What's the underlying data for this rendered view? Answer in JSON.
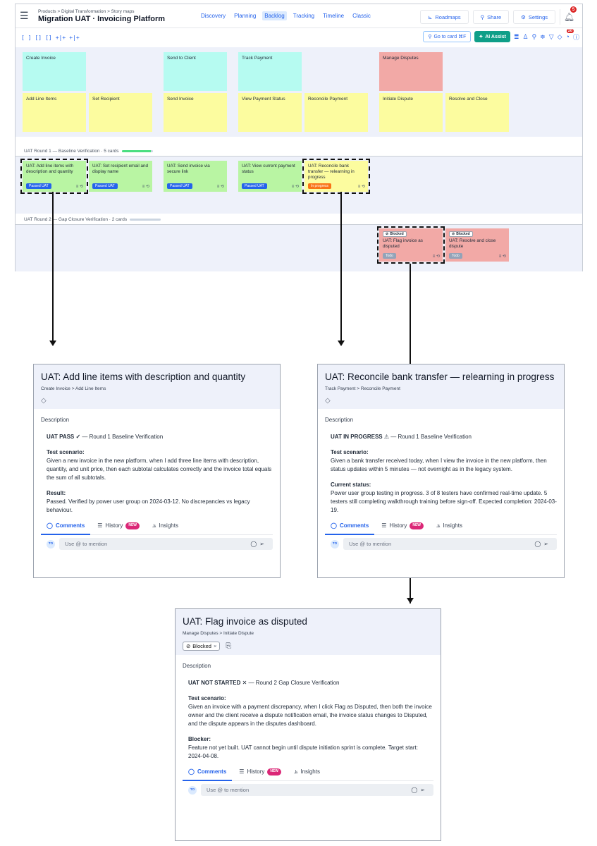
{
  "app": {
    "breadcrumb": "Products > Digital Transformation > Story maps",
    "title": "Migration UAT · Invoicing Platform",
    "tabs": [
      "Discovery",
      "Planning",
      "Backlog",
      "Tracking",
      "Timeline",
      "Classic"
    ],
    "active_tab": "Backlog",
    "roadmaps": "Roadmaps",
    "share": "Share",
    "settings": "Settings",
    "notifications": "5"
  },
  "toolbar": {
    "goto": "Go to card ⌘F",
    "ai_assist": "AI Assist",
    "filter_count": "20"
  },
  "board": {
    "activities": [
      "Create Invoice",
      "Send to Client",
      "Track Payment",
      "Manage Disputes"
    ],
    "steps": [
      "Add Line Items",
      "Set Recipient",
      "Send Invoice",
      "View Payment Status",
      "Reconcile Payment",
      "Initiate Dispute",
      "Resolve and Close"
    ],
    "lane1": {
      "label": "UAT Round 1 — Baseline Verification · 5 cards",
      "progress": 0.95,
      "cards": [
        {
          "title": "UAT: Add line items with description and quantity",
          "status": "Passed UAT"
        },
        {
          "title": "UAT: Set recipient email and display name",
          "status": "Passed UAT"
        },
        {
          "title": "UAT: Send invoice via secure link",
          "status": "Passed UAT"
        },
        {
          "title": "UAT: View current payment status",
          "status": "Passed UAT"
        },
        {
          "title": "UAT: Reconcile bank transfer — relearning in progress",
          "status": "In progress"
        }
      ]
    },
    "lane2": {
      "label": "UAT Round 2 — Gap Closure Verification · 2 cards",
      "progress": 0.0,
      "cards": [
        {
          "title": "UAT: Flag invoice as disputed",
          "status": "Todo",
          "chip": "Blocked"
        },
        {
          "title": "UAT: Resolve and close dispute",
          "status": "Todo",
          "chip": "Blocked"
        }
      ]
    }
  },
  "panel1": {
    "title": "UAT: Add line items with description and quantity",
    "path": "Create Invoice > Add Line Items",
    "description_label": "Description",
    "status_bold": "UAT PASS ✓",
    "status_rest": " — Round 1 Baseline Verification",
    "scenario_h": "Test scenario:",
    "scenario": "Given a new invoice in the new platform, when I add three line items with description, quantity, and unit price, then each subtotal calculates correctly and the invoice total equals the sum of all subtotals.",
    "result_h": "Result:",
    "result": "Passed. Verified by power user group on 2024-03-12. No discrepancies vs legacy behaviour."
  },
  "panel2": {
    "title": "UAT: Reconcile bank transfer — relearning in progress",
    "path": "Track Payment > Reconcile Payment",
    "description_label": "Description",
    "status_bold": "UAT IN PROGRESS",
    "status_rest": " ⚠ — Round 1 Baseline Verification",
    "scenario_h": "Test scenario:",
    "scenario": "Given a bank transfer received today, when I view the invoice in the new platform, then status updates within 5 minutes — not overnight as in the legacy system.",
    "result_h": "Current status:",
    "result": "Power user group testing in progress. 3 of 8 testers have confirmed real-time update. 5 testers still completing walkthrough training before sign-off. Expected completion: 2024-03-19."
  },
  "panel3": {
    "title": "UAT: Flag invoice as disputed",
    "path": "Manage Disputes > Initiate Dispute",
    "blocked_tag": "Blocked",
    "description_label": "Description",
    "status_bold": "UAT NOT STARTED",
    "status_rest": " ✕ — Round 2 Gap Closure Verification",
    "scenario_h": "Test scenario:",
    "scenario": "Given an invoice with a payment discrepancy, when I click Flag as Disputed, then both the invoice owner and the client receive a dispute notification email, the invoice status changes to Disputed, and the dispute appears in the disputes dashboard.",
    "result_h": "Blocker:",
    "result": "Feature not yet built. UAT cannot begin until dispute initiation sprint is complete. Target start: 2024-04-08."
  },
  "panel_common": {
    "comments": "Comments",
    "history": "History",
    "new_badge": "NEW",
    "insights": "Insights",
    "avatar": "TO",
    "placeholder": "Use @ to mention"
  }
}
